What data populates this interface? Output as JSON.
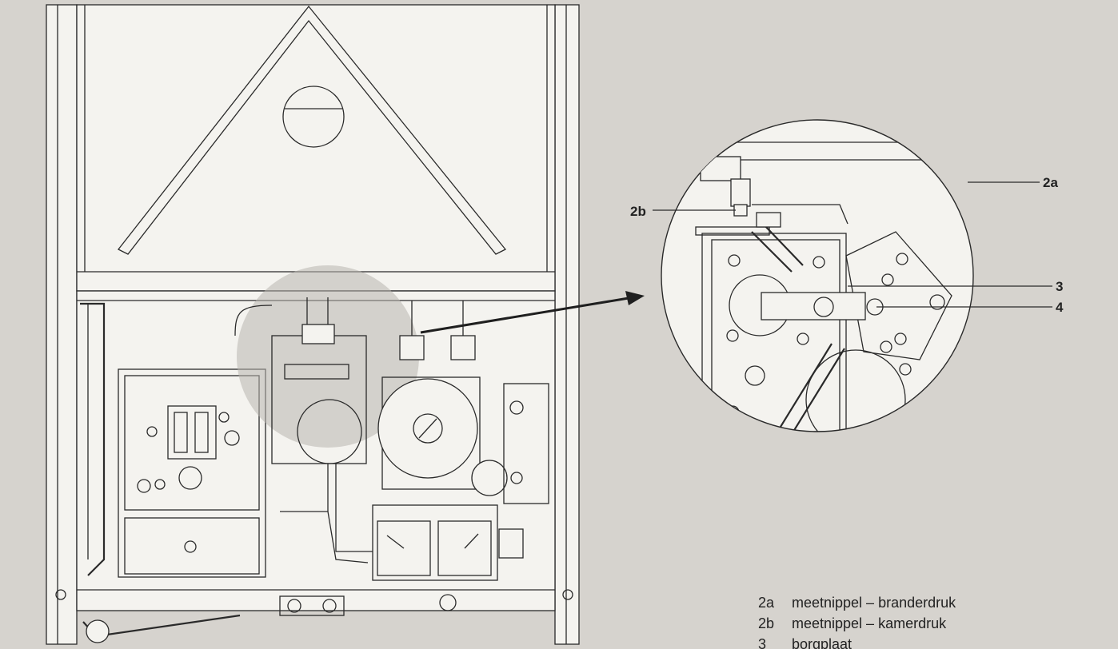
{
  "callouts": {
    "c2a": "2a",
    "c2b": "2b",
    "c3": "3",
    "c4": "4"
  },
  "legend": [
    {
      "code": "2a",
      "text": "meetnippel – branderdruk"
    },
    {
      "code": "2b",
      "text": "meetnippel – kamerdruk"
    },
    {
      "code": "3",
      "text": "borgplaat"
    }
  ],
  "colors": {
    "background": "#d6d3ce",
    "drawing_fill": "#f4f3ef",
    "line": "#2a2a2a",
    "highlight_circle": "#b8b4ae"
  }
}
